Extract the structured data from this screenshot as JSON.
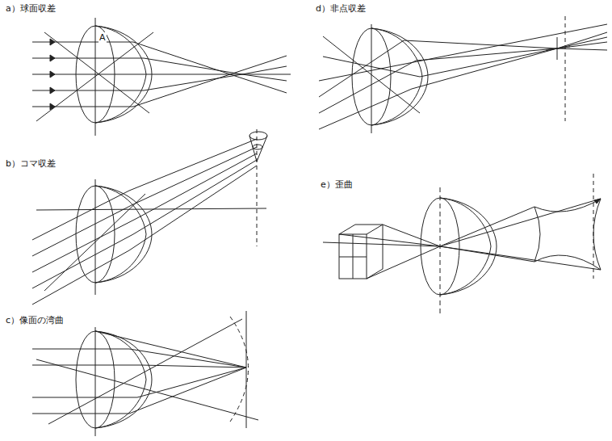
{
  "diagram": {
    "labels": [
      "a）球面収差",
      "A",
      "b）コマ収差",
      "c）像面の湾曲",
      "d）非点収差",
      "e）歪曲"
    ]
  }
}
